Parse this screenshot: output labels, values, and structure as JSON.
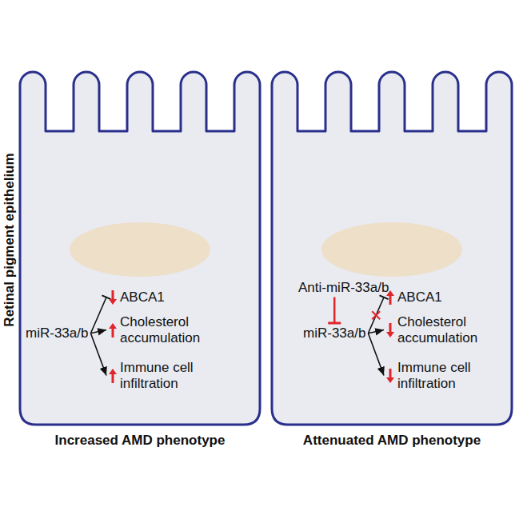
{
  "diagram": {
    "nodes": [
      {
        "text": [
          "Increased AMD phenotype"
        ]
      },
      {
        "text": [
          "miR-33a/b"
        ],
        "in": 0
      },
      {
        "text": [
          "ABCA1"
        ],
        "in": 0
      },
      {
        "text": [
          "Cholesterol accumulation"
        ],
        "in": 0
      },
      {
        "text": [
          "Immune cell infiltration"
        ],
        "in": 0
      },
      {
        "text": [
          "Attenuated AMD phenotype"
        ]
      },
      {
        "text": [
          "Anti-miR-33a/b"
        ],
        "in": 5
      },
      {
        "text": [
          "miR-33a/b"
        ],
        "in": 5
      },
      {
        "text": [
          "ABCA1"
        ],
        "in": 5
      },
      {
        "text": [
          "Cholesterol accumulation"
        ],
        "in": 5
      },
      {
        "text": [
          "Immune cell infiltration"
        ],
        "in": 5
      }
    ],
    "edges": [
      {
        "from": 1,
        "to": 2,
        "arrow": "to"
      },
      {
        "from": 1,
        "to": 3,
        "arrow": "to"
      },
      {
        "from": 1,
        "to": 4,
        "arrow": "to"
      },
      {
        "from": 6,
        "to": 7,
        "arrow": "to"
      },
      {
        "from": 7,
        "to": 8,
        "arrow": "to"
      },
      {
        "from": 7,
        "to": 9,
        "arrow": "to"
      },
      {
        "from": 7,
        "to": 10,
        "arrow": "to"
      }
    ],
    "labels": [
      "Retinal pigment epithelium"
    ]
  }
}
